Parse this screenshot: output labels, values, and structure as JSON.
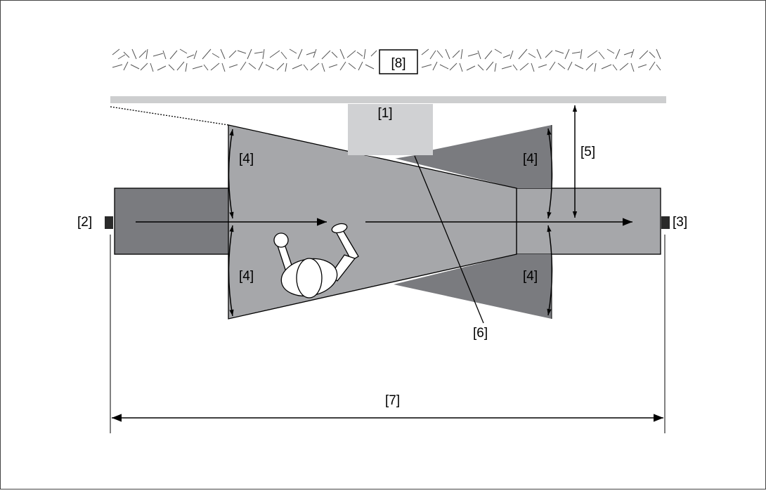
{
  "labels": {
    "l1": "[1]",
    "l2": "[2]",
    "l3": "[3]",
    "l4a": "[4]",
    "l4b": "[4]",
    "l4c": "[4]",
    "l4d": "[4]",
    "l5": "[5]",
    "l6": "[6]",
    "l7": "[7]",
    "l8": "[8]"
  },
  "colors": {
    "dark_grey": "#7a7b7f",
    "mid_grey": "#a6a7aa",
    "light_grey": "#d0d1d3",
    "ceiling_bar": "#cdcecf",
    "black": "#000000"
  }
}
